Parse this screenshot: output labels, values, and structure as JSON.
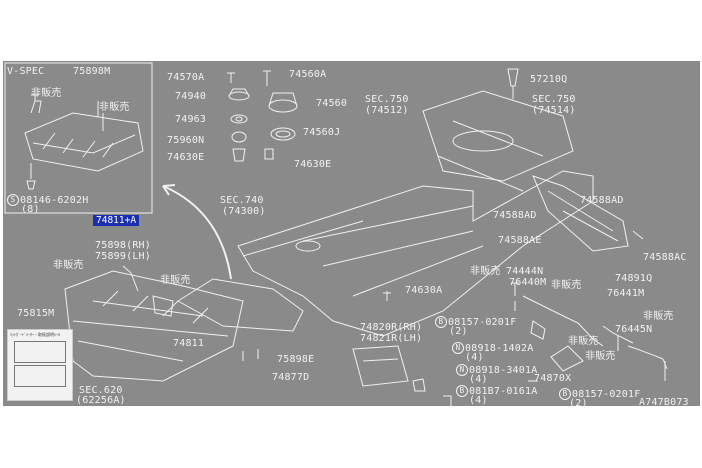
{
  "inset": {
    "title": "V-SPEC",
    "part": "75898M",
    "ns1": "非販売",
    "ns2": "非販売",
    "bolt": "08146-6202H",
    "bolt_prefix": "S",
    "bolt_qty": "(8)"
  },
  "highlight": "74811+A",
  "labels": {
    "p74570A": "74570A",
    "p74560A": "74560A",
    "p74940": "74940",
    "p74560": "74560",
    "p74963": "74963",
    "p74560J": "74560J",
    "p75960N": "75960N",
    "p74630E_left": "74630E",
    "p74630E_right": "74630E",
    "p57210Q": "57210Q",
    "sec750a": "SEC.750",
    "sec750a_sub": "(74512)",
    "sec750b": "SEC.750",
    "sec750b_sub": "(74514)",
    "sec740": "SEC.740",
    "sec740_sub": "(74300)",
    "p74588AD_a": "74588AD",
    "p74588AD_b": "74588AD",
    "p74588AE": "74588AE",
    "p74588AC": "74588AC",
    "p75898": "75898(RH)",
    "p75899": "75899(LH)",
    "ns_left": "非販売",
    "ns_mid": "非販売",
    "p75815M": "75815M",
    "p74811": "74811",
    "p75898E": "75898E",
    "p74877D": "74877D",
    "sec620": "SEC.620",
    "sec620_sub": "(62256A)",
    "p74630A": "74630A",
    "p74820R": "74820R(RH)",
    "p74821R": "74821R(LH)",
    "p74444N": "74444N",
    "ns_r1": "非販売",
    "p76440M": "76440M",
    "p74891Q": "74891Q",
    "p76441M": "76441M",
    "ns_r2": "非販売",
    "p76445N": "76445N",
    "ns_r3": "非販売",
    "ns_r4": "非販売",
    "p74870X": "74870X",
    "diagram_id": "A747B073"
  },
  "callouts": [
    {
      "prefix": "B",
      "part": "08157-0201F",
      "qty": "(2)"
    },
    {
      "prefix": "N",
      "part": "08918-1402A",
      "qty": "(4)"
    },
    {
      "prefix": "N",
      "part": "08918-3401A",
      "qty": "(4)"
    },
    {
      "prefix": "B",
      "part": "081B7-0161A",
      "qty": "(4)"
    },
    {
      "prefix": "B",
      "part": "08157-0201F",
      "qty": "(2)"
    }
  ],
  "sticker_text": "ﾏｯﾄｶﾞｰﾄﾞﾒｰﾀｰ・取扱説明ｼｰﾙ",
  "colors": {
    "background": "#8a8a8a",
    "line": "#f2f2f2",
    "highlight": "#1a2fb0"
  }
}
